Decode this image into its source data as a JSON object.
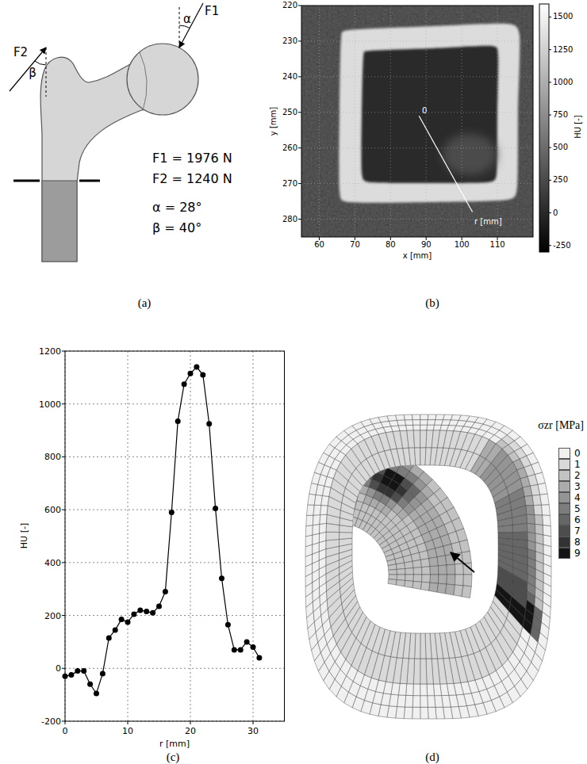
{
  "diagram": {
    "labels": [
      "F1",
      "α",
      "F2",
      "β",
      "F1 = 1976 N",
      "F2 = 1240 N",
      "α = 28°",
      "β = 40°",
      "(a)",
      "220",
      "230",
      "240",
      "250",
      "260",
      "270",
      "280",
      "y [mm]",
      "60",
      "70",
      "80",
      "90",
      "100",
      "110",
      "x [mm]",
      "1500",
      "1250",
      "1000",
      "750",
      "500",
      "250",
      "0",
      "-250",
      "HU [-]",
      "0",
      "r [mm]",
      "(b)",
      "1200",
      "1000",
      "800",
      "600",
      "400",
      "200",
      "0",
      "-200",
      "0",
      "10",
      "20",
      "30",
      "r [mm]",
      "HU [-]",
      "(c)",
      "σzr [MPa]",
      "(d)"
    ],
    "legend": [
      {
        "text": "0",
        "color": "#f0f0f0"
      },
      {
        "text": "1",
        "color": "#d9d9d9"
      },
      {
        "text": "2",
        "color": "#c2c2c2"
      },
      {
        "text": "3",
        "color": "#ababab"
      },
      {
        "text": "4",
        "color": "#949494"
      },
      {
        "text": "5",
        "color": "#7d7d7d"
      },
      {
        "text": "6",
        "color": "#666666"
      },
      {
        "text": "7",
        "color": "#4d4d4d"
      },
      {
        "text": "8",
        "color": "#333333"
      },
      {
        "text": "9",
        "color": "#141414"
      }
    ]
  }
}
